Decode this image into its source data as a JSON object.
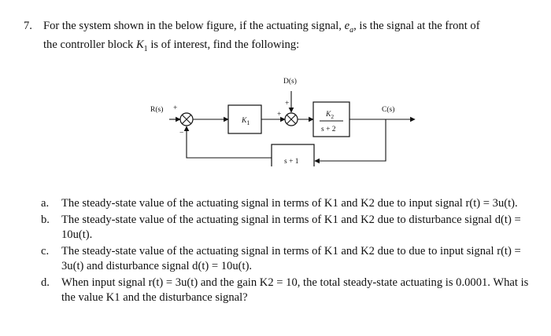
{
  "question": {
    "number": "7.",
    "text": "For the system shown in the below figure, if the actuating signal, e_a, is the signal at the front of the controller block K_1 is of interest, find the following:",
    "text_line1": "For the system shown in the below figure, if the actuating signal, ",
    "ea_var": "e",
    "ea_sub": "a",
    "text_line1_end": ", is the signal at the front of",
    "text_line2_start": "the controller block ",
    "k1_var": "K",
    "k1_sub": "1",
    "text_line2_end": " is of interest, find the following:"
  },
  "diagram": {
    "input_label": "R(s)",
    "output_label": "C(s)",
    "disturbance_label": "D(s)",
    "plus": "+",
    "minus": "−",
    "controller": {
      "var": "K",
      "sub": "1"
    },
    "plant": {
      "num_var": "K",
      "num_sub": "2",
      "den": "s + 2"
    },
    "feedback": "s + 1"
  },
  "items": [
    {
      "marker": "a.",
      "text": "The steady-state value of the actuating signal in terms of K1 and K2 due to input signal r(t) = 3u(t)."
    },
    {
      "marker": "b.",
      "text": "The steady-state value of the actuating signal in terms of K1 and K2 due to disturbance signal d(t) = 10u(t)."
    },
    {
      "marker": "c.",
      "text": "The steady-state value of the actuating signal in terms of K1 and K2 due to due to input signal r(t) = 3u(t) and disturbance signal d(t) = 10u(t)."
    },
    {
      "marker": "d.",
      "text": "When input signal r(t) = 3u(t) and the gain K2 = 10, the total steady-state actuating is 0.0001. What is the value K1 and the disturbance signal?"
    }
  ]
}
